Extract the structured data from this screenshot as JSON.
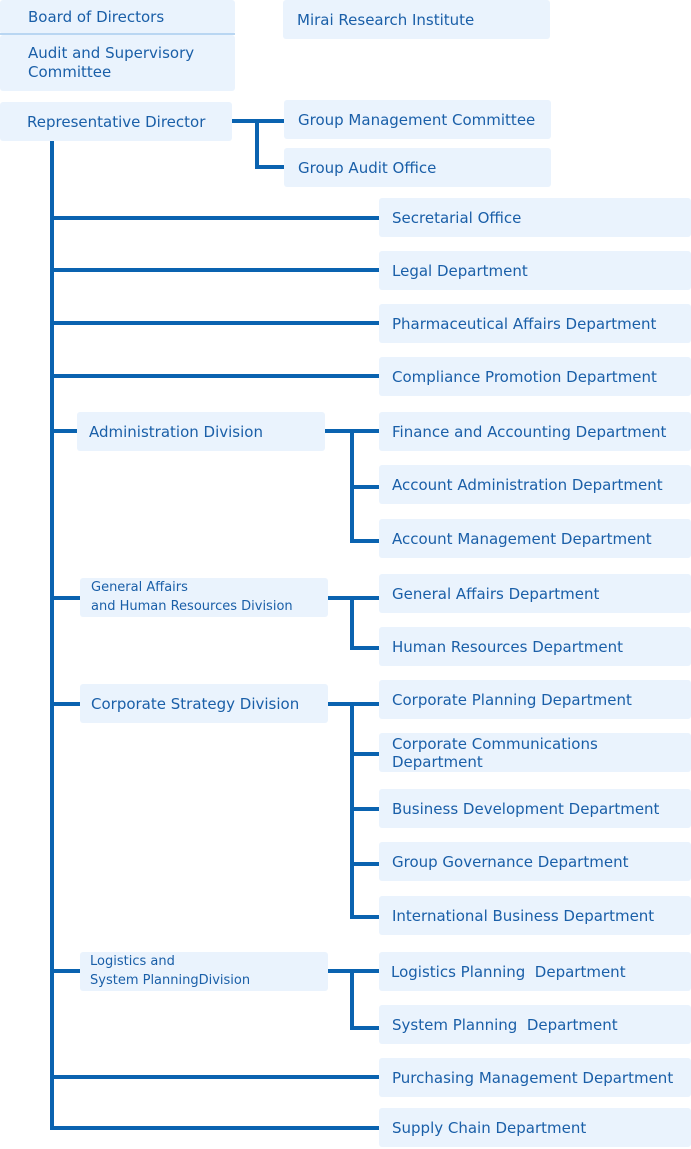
{
  "top": {
    "board": "Board of Directors",
    "audit_committee": "Audit and Supervisory\nCommittee",
    "mirai": "Mirai Research Institute",
    "rep_director": "Representative Director",
    "group_mgmt": "Group Management Committee",
    "group_audit": "Group Audit Office"
  },
  "direct_depts": {
    "secretarial": "Secretarial Office",
    "legal": "Legal Department",
    "pharma": "Pharmaceutical Affairs Department",
    "compliance": "Compliance Promotion Department",
    "purchasing": "Purchasing Management Department",
    "supply_chain": "Supply Chain Department"
  },
  "admin": {
    "division": "Administration Division",
    "depts": [
      "Finance and Accounting Department",
      "Account Administration Department",
      "Account Management Department"
    ]
  },
  "general": {
    "division": "General Affairs\nand Human Resources Division",
    "depts": [
      "General Affairs Department",
      "Human Resources Department"
    ]
  },
  "strategy": {
    "division": "Corporate Strategy Division",
    "depts": [
      "Corporate Planning Department",
      "Corporate Communications Department",
      "Business Development Department",
      "Group Governance Department",
      "International Business Department"
    ]
  },
  "logistics": {
    "division": "Logistics and\nSystem PlanningDivision",
    "depts": [
      "Logistics Planning  Department",
      "System Planning  Department"
    ]
  }
}
